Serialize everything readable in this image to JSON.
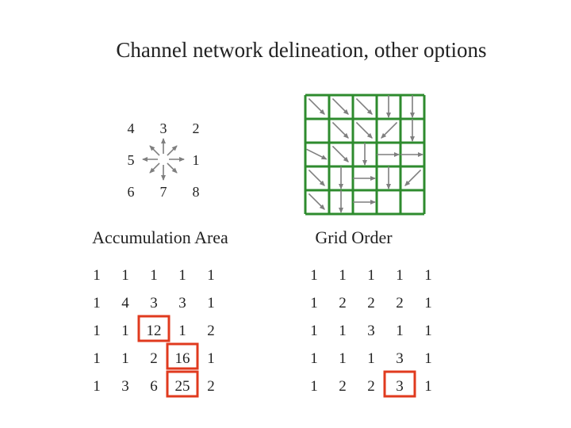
{
  "title": "Channel network delineation, other options",
  "direction_codes": {
    "top": [
      "4",
      "3",
      "2"
    ],
    "middle": [
      "5",
      "1"
    ],
    "bottom": [
      "6",
      "7",
      "8"
    ]
  },
  "accumulation_label": "Accumulation Area",
  "grid_order_label": "Grid Order",
  "accumulation_area": [
    [
      "1",
      "1",
      "1",
      "1",
      "1"
    ],
    [
      "1",
      "4",
      "3",
      "3",
      "1"
    ],
    [
      "1",
      "1",
      "12",
      "1",
      "2"
    ],
    [
      "1",
      "1",
      "2",
      "16",
      "1"
    ],
    [
      "1",
      "3",
      "6",
      "25",
      "2"
    ]
  ],
  "grid_order": [
    [
      "1",
      "1",
      "1",
      "1",
      "1"
    ],
    [
      "1",
      "2",
      "2",
      "2",
      "1"
    ],
    [
      "1",
      "1",
      "3",
      "1",
      "1"
    ],
    [
      "1",
      "1",
      "1",
      "3",
      "1"
    ],
    [
      "1",
      "2",
      "2",
      "3",
      "1"
    ]
  ],
  "highlighted_cells": {
    "accumulation_area": [
      [
        2,
        2
      ],
      [
        3,
        3
      ],
      [
        4,
        3
      ]
    ],
    "grid_order": [
      [
        4,
        3
      ]
    ]
  },
  "colors": {
    "grid_line": "#2e8b2e",
    "highlight": "#e03a1e",
    "arrow": "#7f7f7f",
    "text": "#222222"
  }
}
